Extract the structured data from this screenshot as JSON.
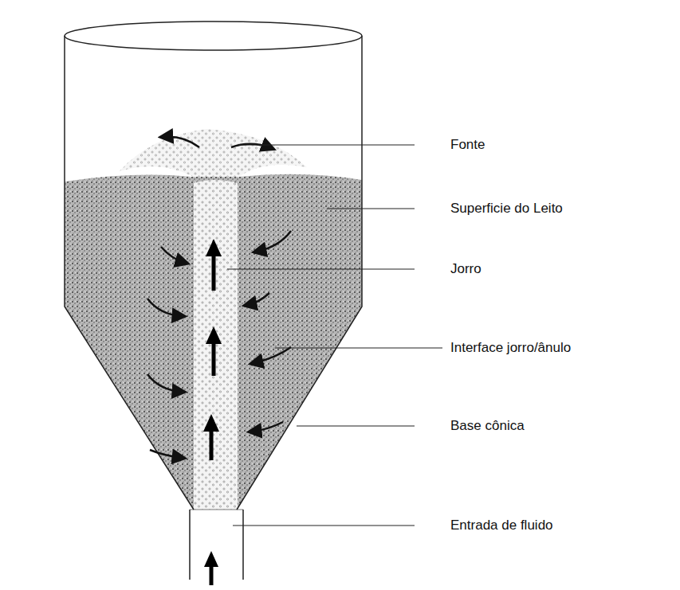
{
  "diagram": {
    "labels": [
      "Fonte",
      "Superficie do Leito",
      "Jorro",
      "Interface jorro/ânulo",
      "Base cônica",
      "Entrada de fluido"
    ]
  }
}
